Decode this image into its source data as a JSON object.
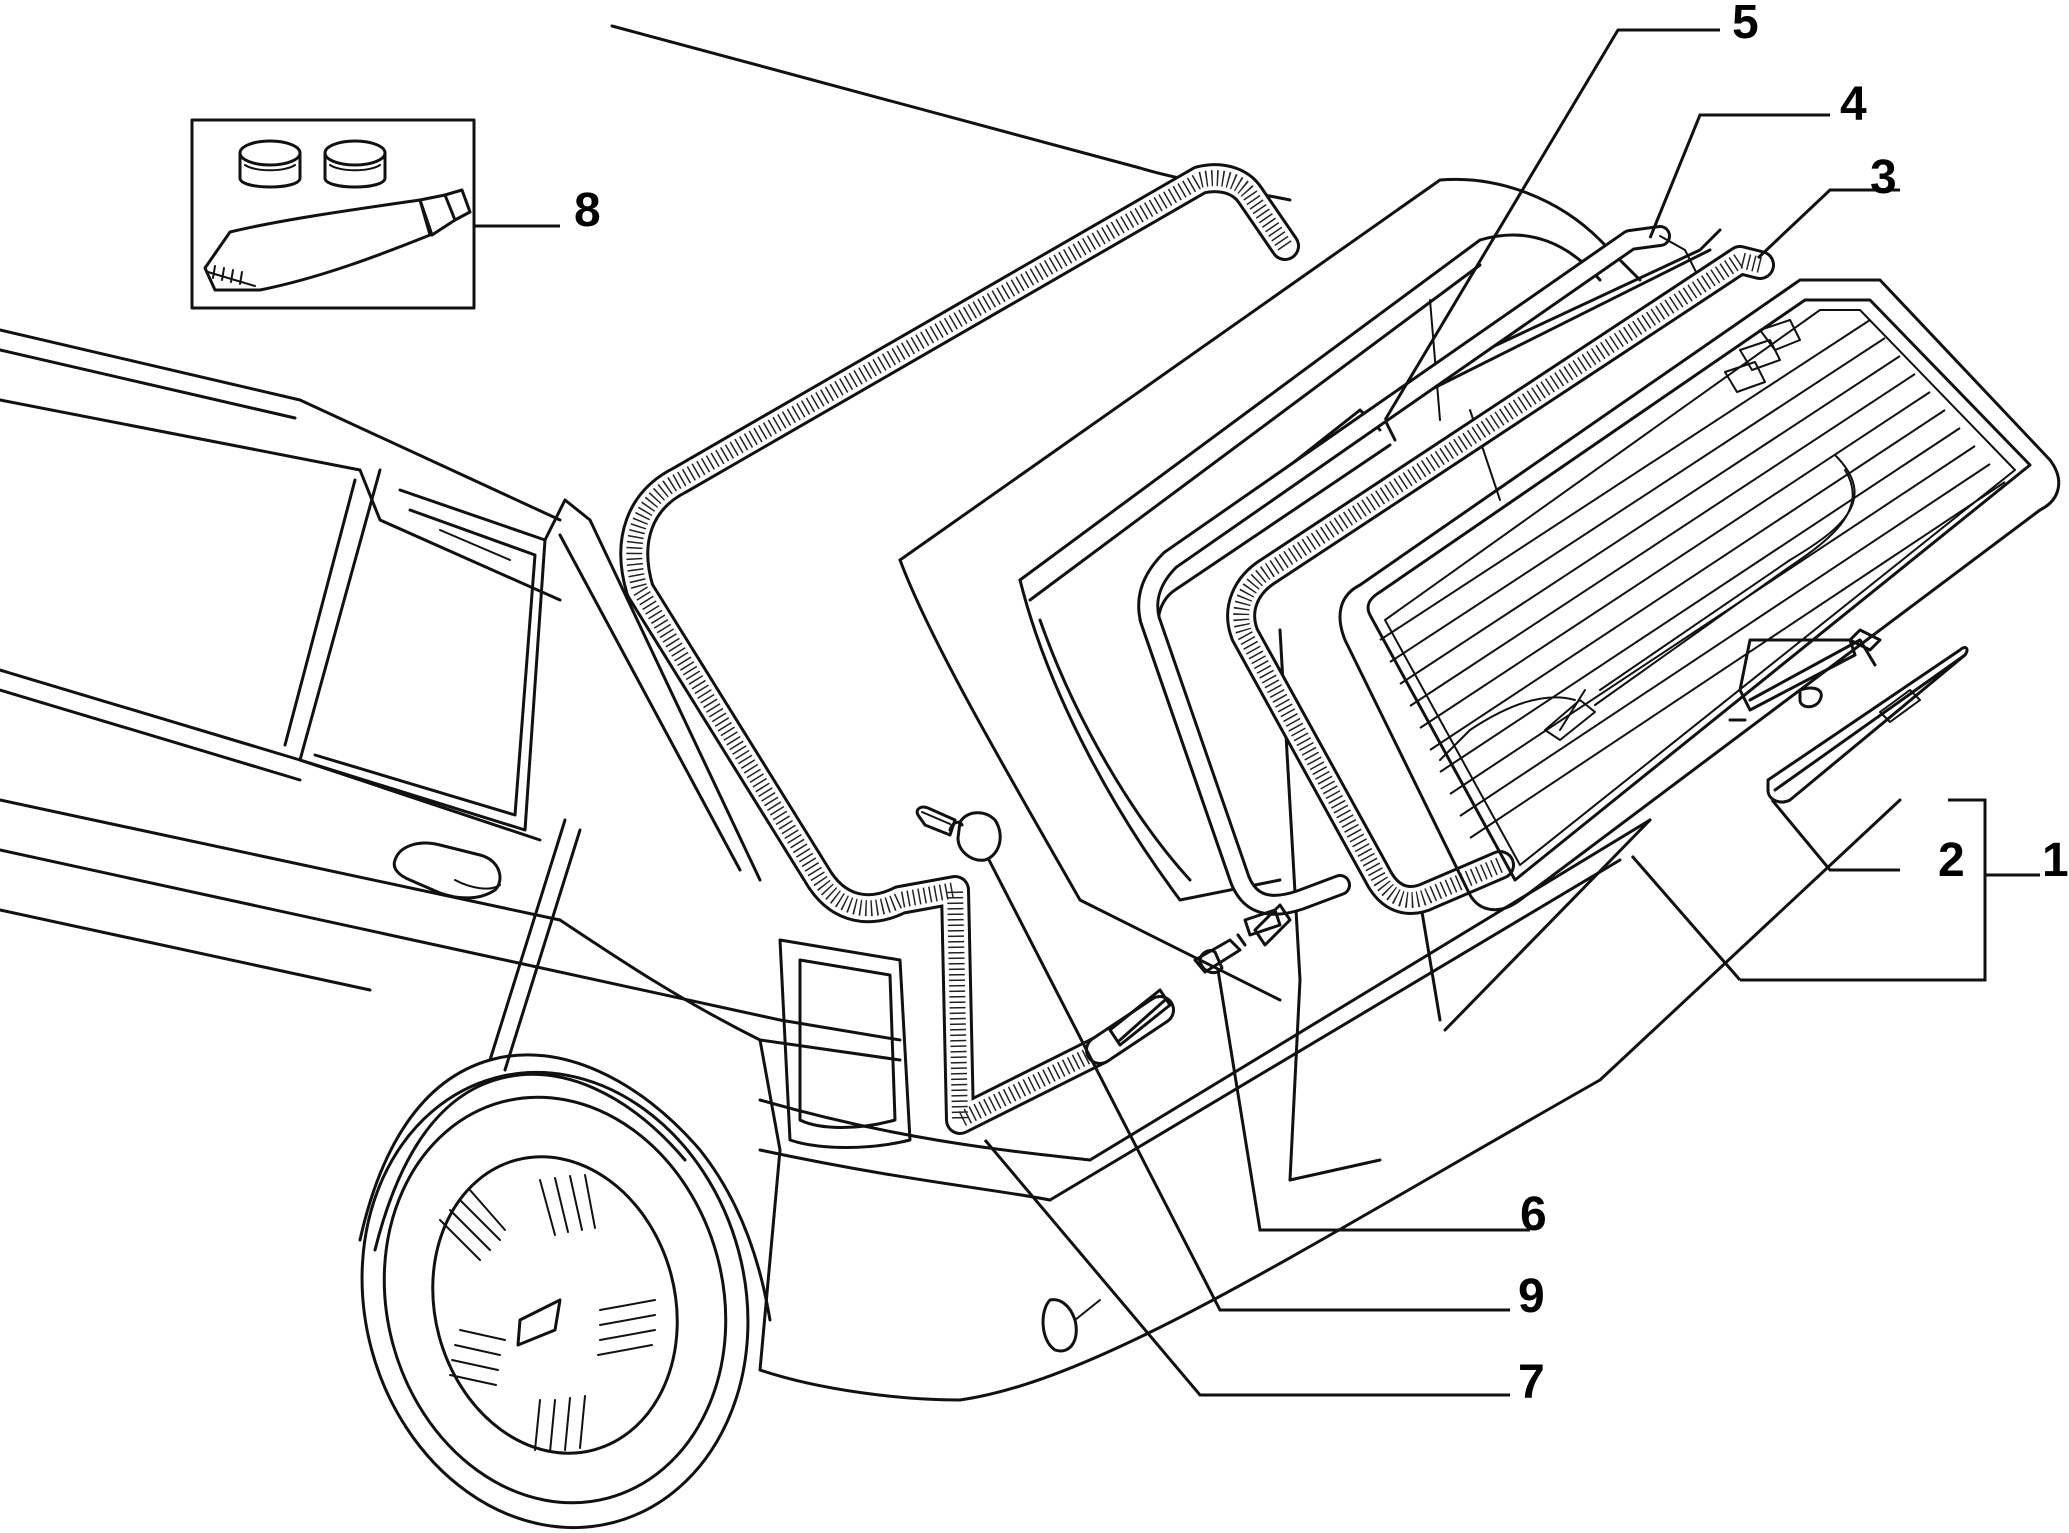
{
  "diagram": {
    "callouts": [
      {
        "id": "1",
        "label": "1"
      },
      {
        "id": "2",
        "label": "2"
      },
      {
        "id": "3",
        "label": "3"
      },
      {
        "id": "4",
        "label": "4"
      },
      {
        "id": "5",
        "label": "5"
      },
      {
        "id": "6",
        "label": "6"
      },
      {
        "id": "7",
        "label": "7"
      },
      {
        "id": "8",
        "label": "8"
      },
      {
        "id": "9",
        "label": "9"
      }
    ],
    "colors": {
      "ink": "#111111",
      "background": "#ffffff"
    }
  }
}
